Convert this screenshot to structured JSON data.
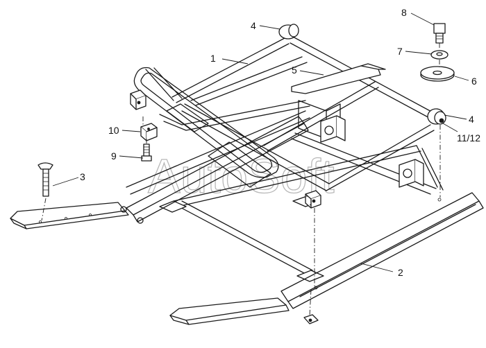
{
  "watermark": "AutoSoft",
  "callouts": [
    {
      "id": "c1",
      "text": "1"
    },
    {
      "id": "c2",
      "text": "2"
    },
    {
      "id": "c3",
      "text": "3"
    },
    {
      "id": "c4a",
      "text": "4"
    },
    {
      "id": "c4b",
      "text": "4"
    },
    {
      "id": "c5",
      "text": "5"
    },
    {
      "id": "c6",
      "text": "6"
    },
    {
      "id": "c7",
      "text": "7"
    },
    {
      "id": "c8",
      "text": "8"
    },
    {
      "id": "c9",
      "text": "9"
    },
    {
      "id": "c10",
      "text": "10"
    },
    {
      "id": "c1112",
      "text": "11/12"
    }
  ]
}
